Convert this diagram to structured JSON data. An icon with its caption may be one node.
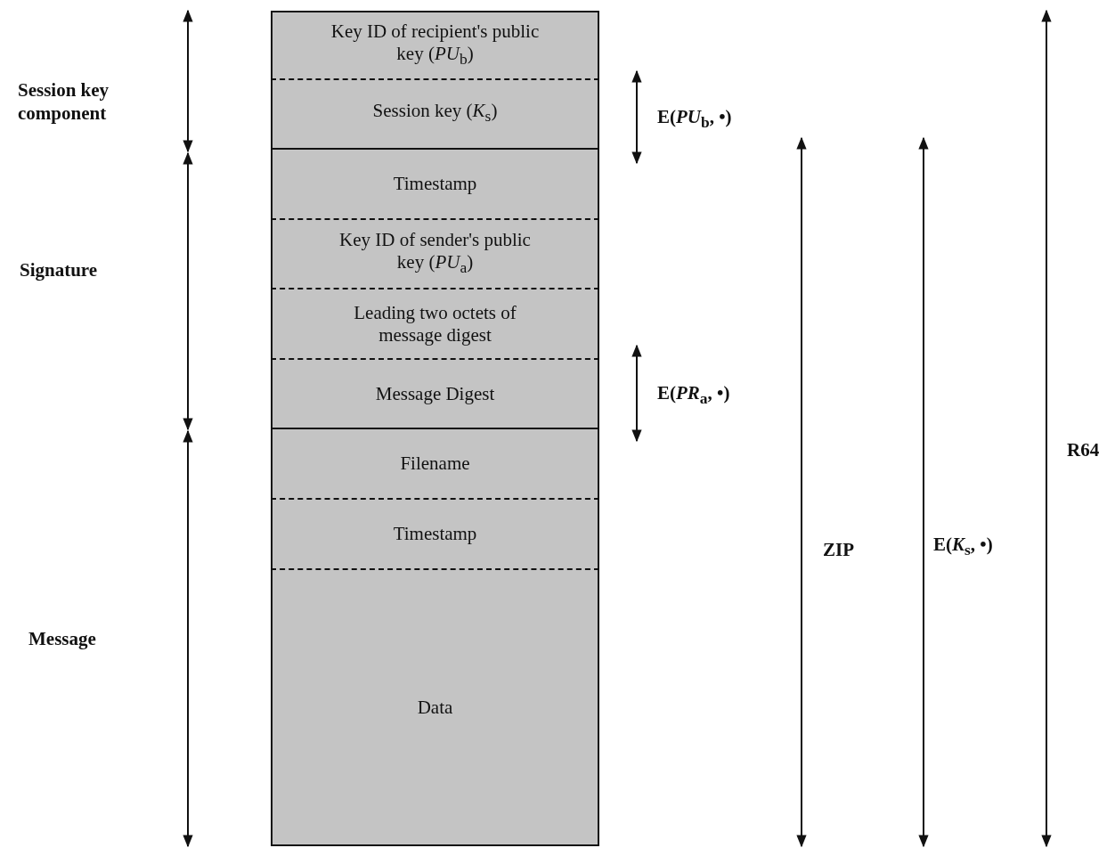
{
  "diagram": {
    "nodes": [
      {
        "text": [
          "Key ID of recipient's public key (*PU*$_{b}$)"
        ]
      },
      {
        "text": [
          "Session key (*K*$_{s}$)"
        ]
      },
      {
        "text": [
          "Timestamp"
        ]
      },
      {
        "text": [
          "Key ID of sender's public key (*PU*$_{a}$)"
        ]
      },
      {
        "text": [
          "Leading two octets of message digest"
        ]
      },
      {
        "text": [
          "Message Digest"
        ]
      },
      {
        "text": [
          "Filename"
        ]
      },
      {
        "text": [
          "Timestamp"
        ]
      },
      {
        "text": [
          "Data"
        ]
      }
    ],
    "labels": [
      "Session key component",
      "Signature",
      "Message",
      "E(*PU*$_{b}$, •)",
      "E(*PR*$_{a}$, •)",
      "ZIP",
      "E(*K*$_{s}$, •)",
      "R64"
    ]
  }
}
